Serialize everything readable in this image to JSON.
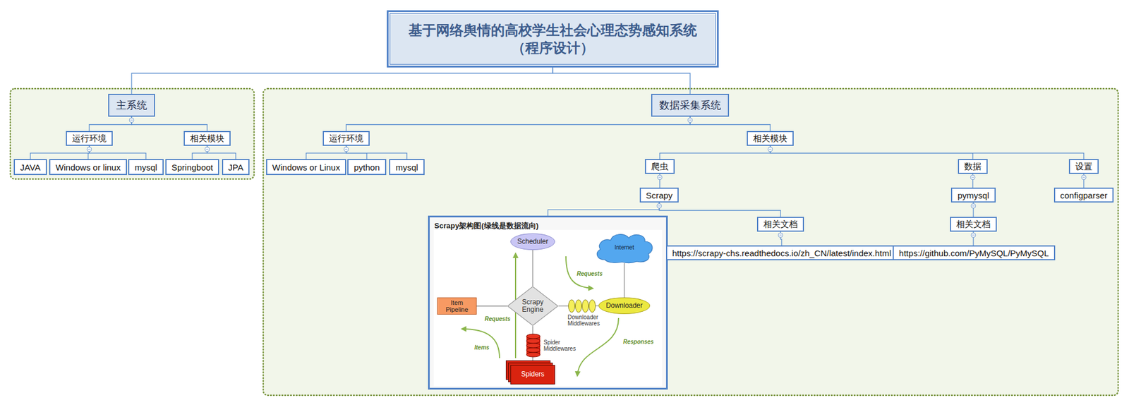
{
  "diagram": {
    "nodes": [
      {
        "text": [
          "基于网络舆情的高校学生社会心理态势感知系统 （程序设计）"
        ]
      },
      {
        "text": [
          "主系统"
        ]
      },
      {
        "text": [
          "运行环境"
        ]
      },
      {
        "text": [
          "JAVA"
        ]
      },
      {
        "text": [
          "Windows or linux"
        ]
      },
      {
        "text": [
          "mysql"
        ]
      },
      {
        "text": [
          "相关模块"
        ]
      },
      {
        "text": [
          "Springboot"
        ]
      },
      {
        "text": [
          "JPA"
        ]
      },
      {
        "text": [
          "数据采集系统"
        ]
      },
      {
        "text": [
          "运行环境"
        ]
      },
      {
        "text": [
          "Windows or Linux"
        ]
      },
      {
        "text": [
          "python"
        ]
      },
      {
        "text": [
          "mysql"
        ]
      },
      {
        "text": [
          "相关模块"
        ]
      },
      {
        "text": [
          "爬虫"
        ]
      },
      {
        "text": [
          "Scrapy"
        ]
      },
      {
        "text": [
          "Scrapy架构图(绿线是数据流向)"
        ]
      },
      {
        "text": [
          "Scheduler"
        ],
        "in": 17
      },
      {
        "text": [
          "Internet"
        ],
        "in": 17
      },
      {
        "text": [
          "Item Pipeline"
        ],
        "in": 17
      },
      {
        "text": [
          "Scrapy Engine"
        ],
        "in": 17
      },
      {
        "text": [
          "Downloader"
        ],
        "in": 17
      },
      {
        "text": [
          "Spiders"
        ],
        "in": 17
      },
      {
        "text": [
          "相关文档"
        ]
      },
      {
        "text": [
          "https://scrapy-chs.readthedocs.io/zh_CN/latest/index.html"
        ]
      },
      {
        "text": [
          "数据"
        ]
      },
      {
        "text": [
          "pymysql"
        ]
      },
      {
        "text": [
          "相关文档"
        ]
      },
      {
        "text": [
          "https://github.com/PyMySQL/PyMySQL"
        ]
      },
      {
        "text": [
          "设置"
        ]
      },
      {
        "text": [
          "configparser"
        ]
      }
    ],
    "edges": [
      {
        "from": 0,
        "to": 1,
        "arrow": "none"
      },
      {
        "from": 0,
        "to": 9,
        "arrow": "none"
      },
      {
        "from": 1,
        "to": 2,
        "arrow": "none"
      },
      {
        "from": 1,
        "to": 6,
        "arrow": "none"
      },
      {
        "from": 2,
        "to": 3,
        "arrow": "none"
      },
      {
        "from": 2,
        "to": 4,
        "arrow": "none"
      },
      {
        "from": 2,
        "to": 5,
        "arrow": "none"
      },
      {
        "from": 6,
        "to": 7,
        "arrow": "none"
      },
      {
        "from": 6,
        "to": 8,
        "arrow": "none"
      },
      {
        "from": 9,
        "to": 10,
        "arrow": "none"
      },
      {
        "from": 9,
        "to": 14,
        "arrow": "none"
      },
      {
        "from": 10,
        "to": 11,
        "arrow": "none"
      },
      {
        "from": 10,
        "to": 12,
        "arrow": "none"
      },
      {
        "from": 10,
        "to": 13,
        "arrow": "none"
      },
      {
        "from": 14,
        "to": 15,
        "arrow": "none"
      },
      {
        "from": 14,
        "to": 26,
        "arrow": "none"
      },
      {
        "from": 14,
        "to": 30,
        "arrow": "none"
      },
      {
        "from": 15,
        "to": 16,
        "arrow": "none"
      },
      {
        "from": 16,
        "to": 17,
        "arrow": "none"
      },
      {
        "from": 16,
        "to": 24,
        "arrow": "none"
      },
      {
        "from": 24,
        "to": 25,
        "arrow": "none"
      },
      {
        "from": 26,
        "to": 27,
        "arrow": "none"
      },
      {
        "from": 27,
        "to": 28,
        "arrow": "none"
      },
      {
        "from": 28,
        "to": 29,
        "arrow": "none"
      },
      {
        "from": 30,
        "to": 31,
        "arrow": "none"
      },
      {
        "from": 18,
        "to": 21,
        "arrow": "none"
      },
      {
        "from": 20,
        "to": 21,
        "arrow": "none"
      },
      {
        "from": 21,
        "to": 22,
        "arrow": "none"
      },
      {
        "from": 19,
        "to": 22,
        "arrow": "none"
      },
      {
        "from": 21,
        "to": 23,
        "arrow": "none"
      }
    ],
    "labels": [
      "Downloader Middlewares",
      "Spider Middlewares",
      "Requests",
      "Requests",
      "Items",
      "Responses"
    ]
  }
}
